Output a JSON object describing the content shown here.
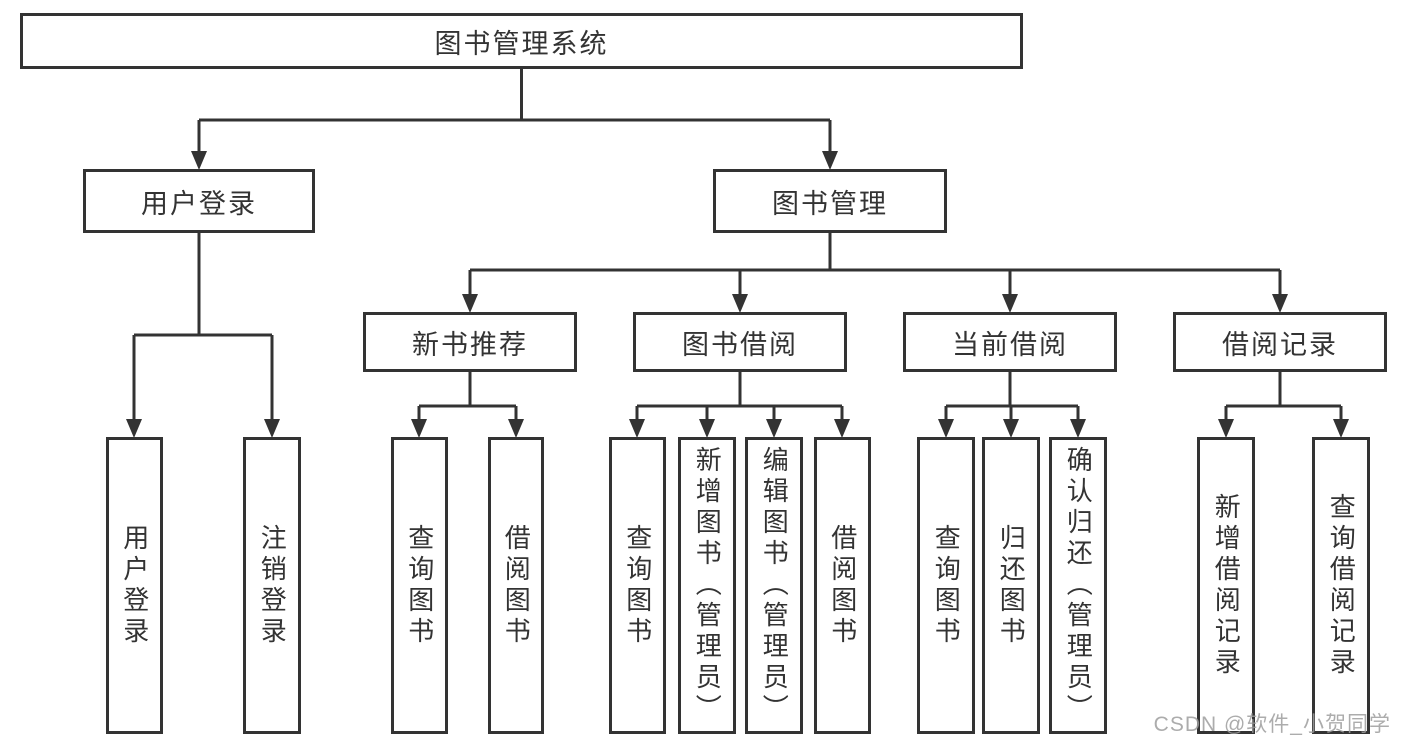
{
  "title": "图书管理系统",
  "watermark": "CSDN @软件_小贺同学",
  "colors": {
    "line": "#333333",
    "text": "#333333",
    "box_background": "#ffffff",
    "page_background": "#ffffff",
    "watermark": "#9e9e9e"
  },
  "tree": {
    "root": {
      "label": "图书管理系统",
      "children": [
        {
          "label": "用户登录",
          "children": [
            {
              "label": "用户登录"
            },
            {
              "label": "注销登录"
            }
          ]
        },
        {
          "label": "图书管理",
          "children": [
            {
              "label": "新书推荐",
              "children": [
                {
                  "label": "查询图书"
                },
                {
                  "label": "借阅图书"
                }
              ]
            },
            {
              "label": "图书借阅",
              "children": [
                {
                  "label": "查询图书"
                },
                {
                  "label": "新增图书（管理员）"
                },
                {
                  "label": "编辑图书（管理员）"
                },
                {
                  "label": "借阅图书"
                }
              ]
            },
            {
              "label": "当前借阅",
              "children": [
                {
                  "label": "查询图书"
                },
                {
                  "label": "归还图书"
                },
                {
                  "label": "确认归还（管理员）"
                }
              ]
            },
            {
              "label": "借阅记录",
              "children": [
                {
                  "label": "新增借阅记录"
                },
                {
                  "label": "查询借阅记录"
                }
              ]
            }
          ]
        }
      ]
    }
  }
}
